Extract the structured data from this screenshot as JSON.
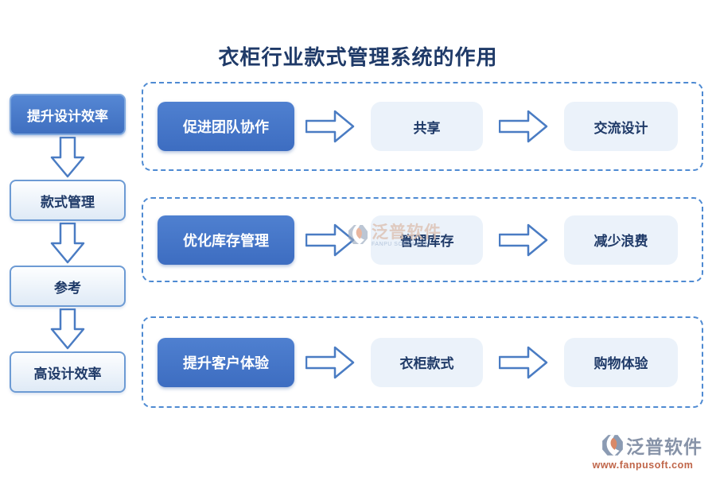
{
  "title": "衣柜行业款式管理系统的作用",
  "left_flow": {
    "steps": [
      {
        "label": "提升设计效率"
      },
      {
        "label": "款式管理"
      },
      {
        "label": "参考"
      },
      {
        "label": "高设计效率"
      }
    ]
  },
  "rows": [
    {
      "source": "促进团队协作",
      "mid": "共享",
      "result": "交流设计"
    },
    {
      "source": "优化库存管理",
      "mid": "管理库存",
      "result": "减少浪费"
    },
    {
      "source": "提升客户体验",
      "mid": "衣柜款式",
      "result": "购物体验"
    }
  ],
  "watermark": {
    "brand": "泛普软件",
    "brand_en": "FANPU SOFTWARE"
  },
  "footer": {
    "brand": "泛普软件",
    "website": "www.fanpusoft.com"
  },
  "icons": {
    "down_arrow": "down-arrow-icon",
    "right_arrow": "right-arrow-icon",
    "brand_logo": "fanpu-logo-icon"
  },
  "colors": {
    "title_text": "#1f3a68",
    "primary_node_fill": "#4575c7",
    "primary_node_border": "#7fa8de",
    "light_node_fill": "#ebf2fa",
    "light_node_border": "#6d9bd4",
    "dashed_container_border": "#4e8ad2",
    "arrow_outline": "#4a7cc3",
    "node_text_dark": "#1f3a68",
    "footer_brand_text": "#8793a8",
    "footer_url_text": "#c0664a",
    "watermark_text": "#ddc4b6"
  }
}
